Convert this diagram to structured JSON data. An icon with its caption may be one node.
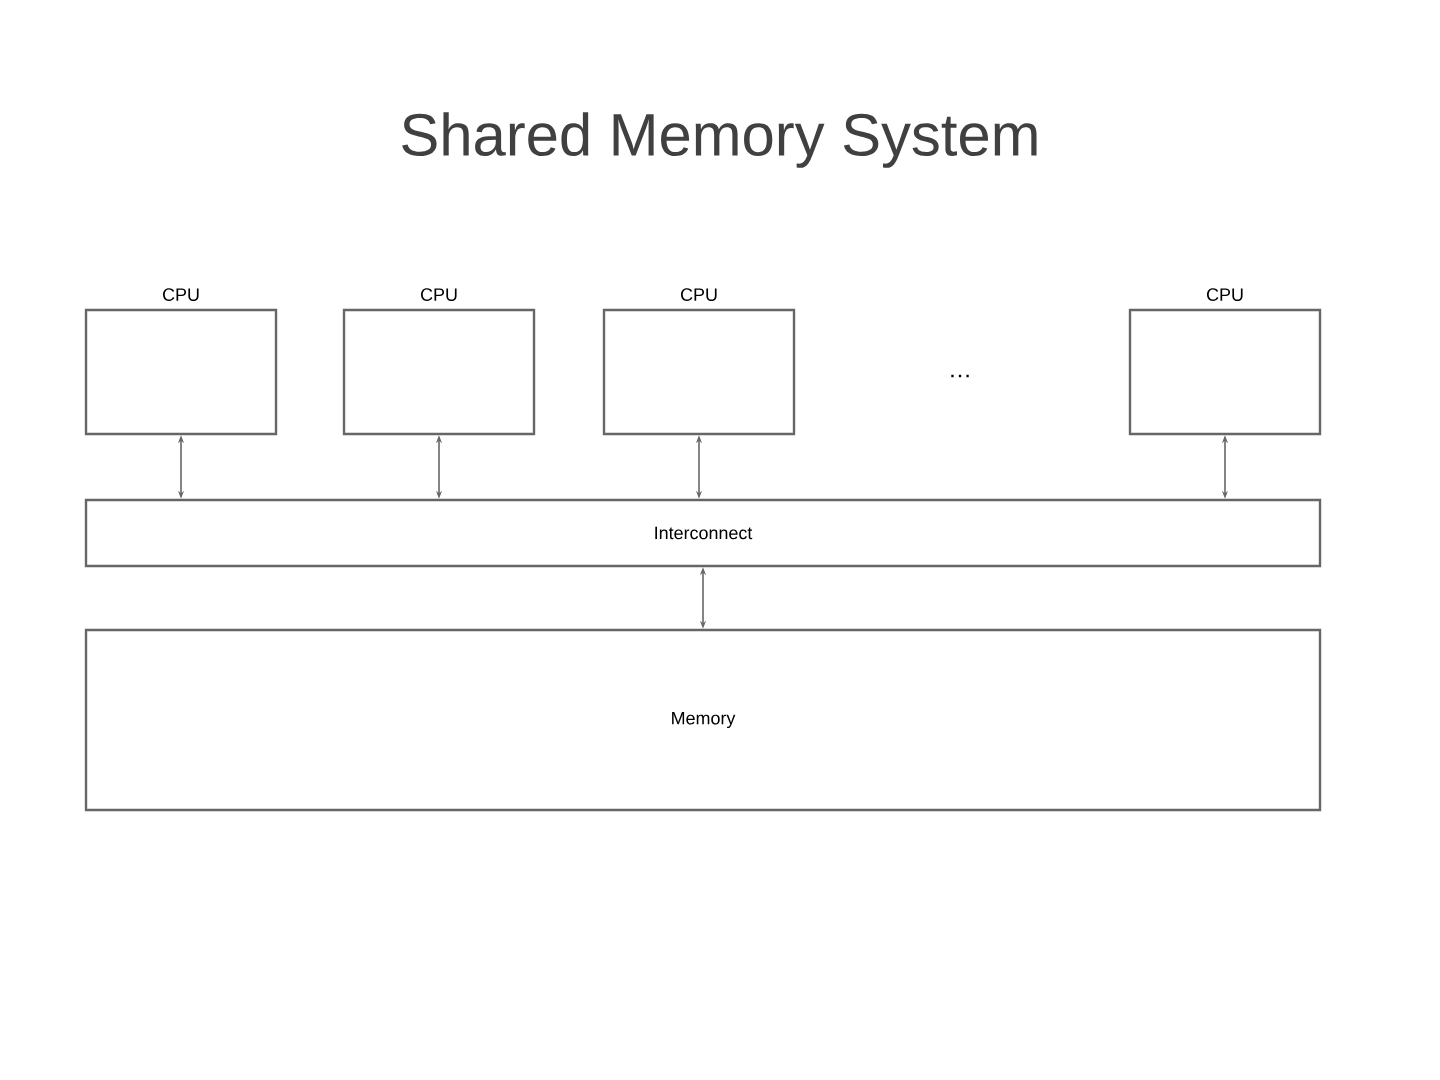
{
  "diagram": {
    "title": "Shared Memory System",
    "nodes": [
      {
        "text": [],
        "shape": "box",
        "beside": [
          "CPU"
        ]
      },
      {
        "text": [],
        "shape": "box",
        "beside": [
          "CPU"
        ]
      },
      {
        "text": [],
        "shape": "box",
        "beside": [
          "CPU"
        ]
      },
      {
        "text": [],
        "shape": "box",
        "beside": [
          "CPU"
        ]
      },
      {
        "text": [
          "Interconnect"
        ]
      },
      {
        "text": [
          "Memory"
        ]
      }
    ],
    "edges": [
      {
        "from": 0,
        "to": 4,
        "arrow": "both"
      },
      {
        "from": 1,
        "to": 4,
        "arrow": "both"
      },
      {
        "from": 2,
        "to": 4,
        "arrow": "both"
      },
      {
        "from": 3,
        "to": 4,
        "arrow": "both"
      },
      {
        "from": 4,
        "to": 5,
        "arrow": "both"
      }
    ],
    "labels": [
      "…"
    ]
  }
}
